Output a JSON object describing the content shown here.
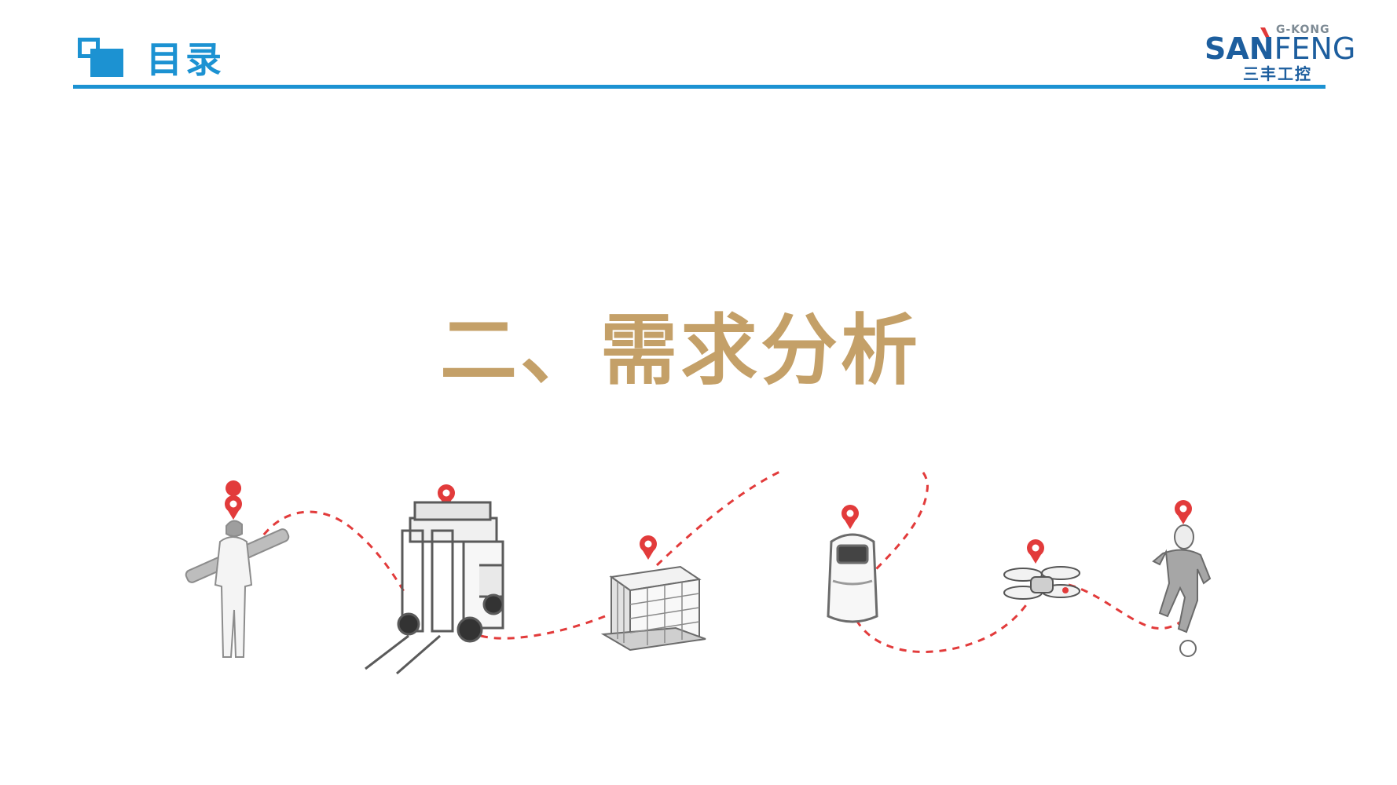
{
  "header": {
    "title": "目录"
  },
  "brand": {
    "tag": "G-KONG",
    "wordmark_bold": "SAN",
    "wordmark_light": "FENG",
    "chinese": "三丰工控"
  },
  "section": {
    "title": "二、需求分析"
  },
  "illustration": {
    "stops": [
      "worker",
      "forklift",
      "pallet",
      "service-robot",
      "drone",
      "football-player"
    ]
  },
  "colors": {
    "accent": "#1c92d2",
    "title": "#c4a068",
    "route": "#e23b3b",
    "brand": "#1d5e9e"
  }
}
